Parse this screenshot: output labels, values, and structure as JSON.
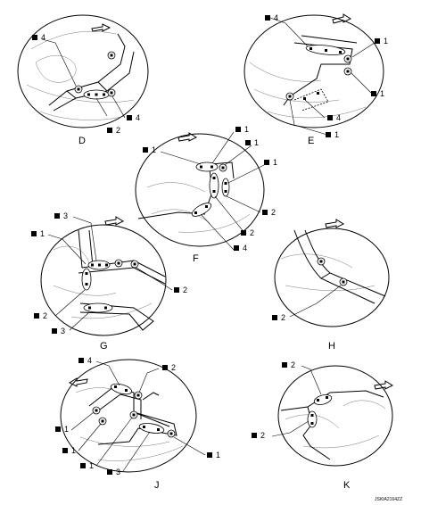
{
  "panels": {
    "D": {
      "letter": "D",
      "callouts": [
        "4",
        "4",
        "2"
      ]
    },
    "E": {
      "letter": "E",
      "callouts": [
        "4",
        "1",
        "1",
        "4",
        "1"
      ]
    },
    "F": {
      "letter": "F",
      "callouts": [
        "1",
        "1",
        "1",
        "1",
        "2",
        "2",
        "4"
      ]
    },
    "G": {
      "letter": "G",
      "callouts": [
        "3",
        "1",
        "2",
        "2",
        "3"
      ]
    },
    "H": {
      "letter": "H",
      "callouts": [
        "2"
      ]
    },
    "J": {
      "letter": "J",
      "callouts": [
        "4",
        "2",
        "1",
        "1",
        "1",
        "3",
        "1"
      ]
    },
    "K": {
      "letter": "K",
      "callouts": [
        "2",
        "2"
      ]
    }
  },
  "figure_code": "JSKIA2164ZZ"
}
